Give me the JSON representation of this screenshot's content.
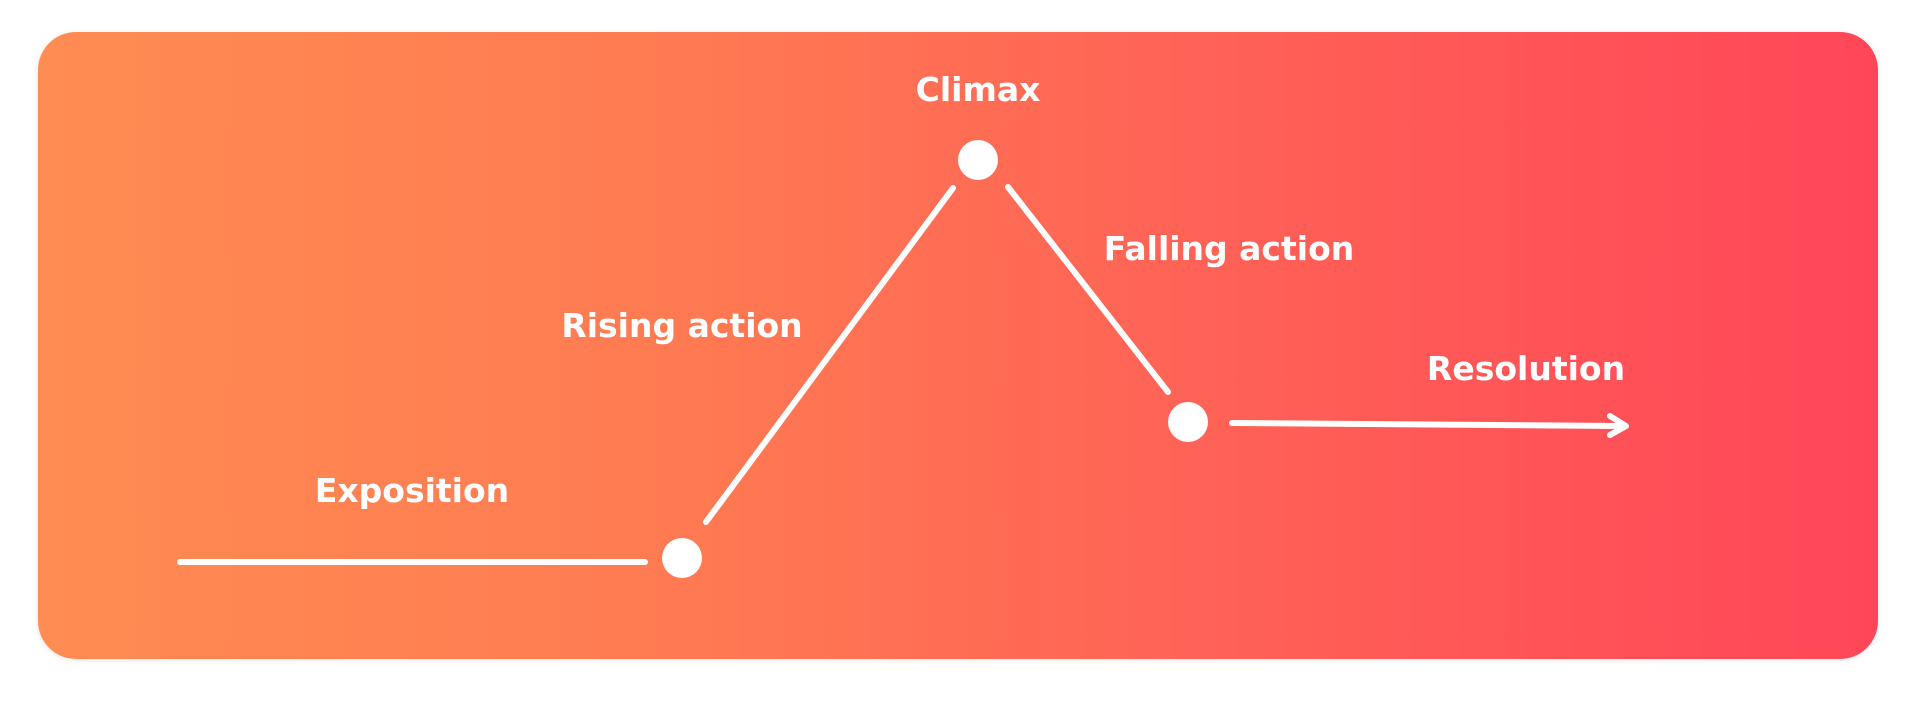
{
  "accent": {
    "gradient_start": "#FF8C52",
    "gradient_end": "#FF4658",
    "stroke": "#FFFFFF"
  },
  "stages": {
    "exposition": "Exposition",
    "rising_action": "Rising action",
    "climax": "Climax",
    "falling_action": "Falling action",
    "resolution": "Resolution"
  }
}
